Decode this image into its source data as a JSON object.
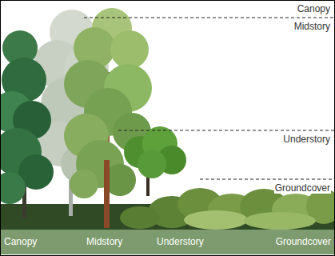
{
  "diagram": {
    "nodes": [
      {
        "text": [
          "Canopy",
          "Midstory",
          "Understory",
          "Groundcover"
        ]
      }
    ],
    "labels": [
      "Canopy",
      "Midstory",
      "Understory",
      "Groundcover"
    ]
  }
}
